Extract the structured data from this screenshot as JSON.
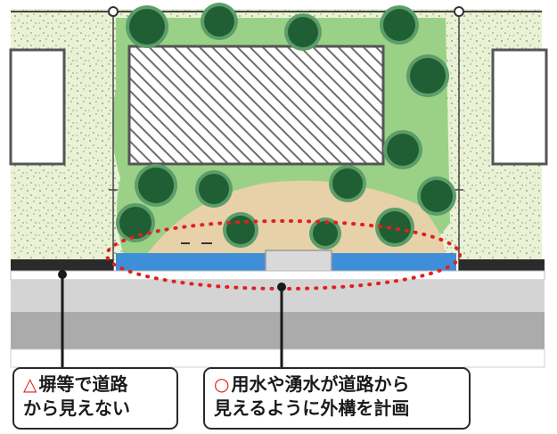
{
  "colors": {
    "lawn": "#eaf2d6",
    "green_patch": "#9bd186",
    "tree": "#1f5f33",
    "tree_light": "#5c9e6a",
    "path": "#e7d1a8",
    "water": "#3f8fd8",
    "wall": "#2b2b2b",
    "road_light": "#d4d4d4",
    "road_dark": "#ababab",
    "building_stripe": "#6e6e6e",
    "dotted_ellipse": "#e02020",
    "bad_mark": "#e0191b",
    "good_mark": "#e0191b"
  },
  "callouts": {
    "left": {
      "mark": "△",
      "line1": "塀等で道路",
      "line2": "から見えない"
    },
    "right": {
      "mark": "○",
      "line1": "用水や湧水が道路から",
      "line2": "見えるように外構を計画"
    }
  }
}
